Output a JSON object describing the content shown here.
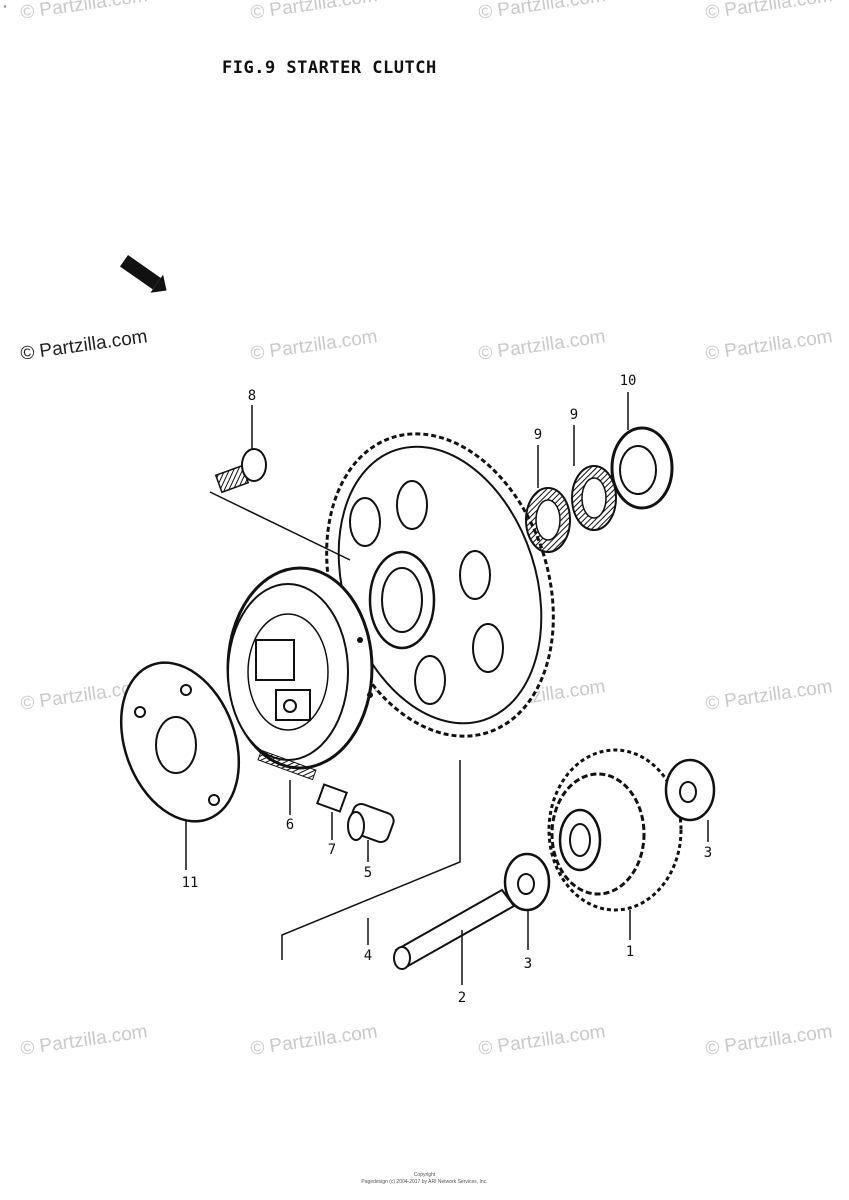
{
  "title": "FIG.9  STARTER CLUTCH",
  "watermark": "© Partzilla.com",
  "corner_mark": "'",
  "callouts": {
    "c1": "1",
    "c2": "2",
    "c3a": "3",
    "c3b": "3",
    "c4": "4",
    "c5": "5",
    "c6": "6",
    "c7": "7",
    "c8": "8",
    "c9a": "9",
    "c9b": "9",
    "c10": "10",
    "c11": "11"
  },
  "footer": {
    "line1": "Copyright",
    "line2": "Pagedesign (c) 2004-2017 by ARI Network Services, Inc."
  },
  "colors": {
    "ink": "#111111",
    "watermark": "#c9c9c9"
  }
}
